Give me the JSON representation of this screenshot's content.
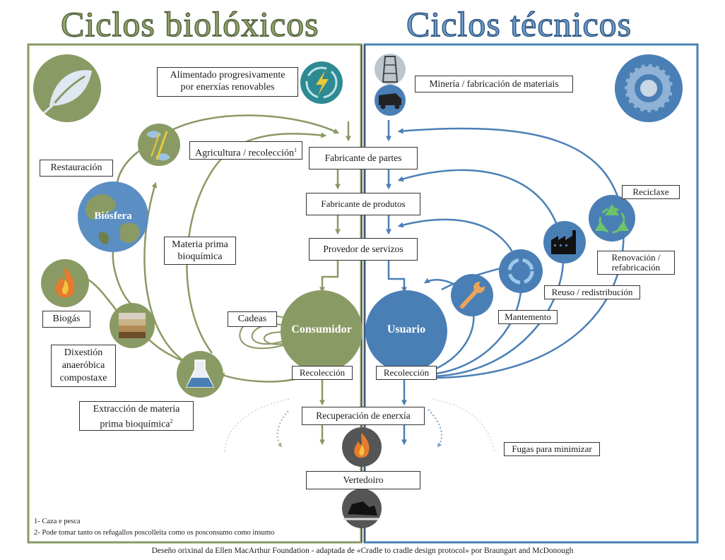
{
  "titles": {
    "biological": "Ciclos biolóxicos",
    "technical": "Ciclos técnicos"
  },
  "labels": {
    "renewable_energy": "Alimentado progresivamente\npor enerxías renovables",
    "farming": "Agricultura / recolección",
    "farming_sup": "1",
    "restoration": "Restauración",
    "biosphere": "Biósfera",
    "raw_material": "Materia prima\nbioquímica",
    "biogas": "Biogás",
    "anaerobic": "Dixestión\nanaeróbica\ncompostaxe",
    "extraction": "Extracción de materia\nprima bioquímica",
    "extraction_sup": "2",
    "cascades": "Cadeas",
    "consumer": "Consumidor",
    "user": "Usuario",
    "collection_bio": "Recolección",
    "collection_tec": "Recolección",
    "parts_maker": "Fabricante de partes",
    "product_maker": "Fabricante de produtos",
    "service_provider": "Provedor de servizos",
    "energy_recovery": "Recuperación de enerxía",
    "landfill": "Vertedoiro",
    "mining": "Minería / fabricación de materiais",
    "recycle": "Reciclaxe",
    "refurbish": "Renovación /\nrefabricación",
    "reuse": "Reuso / redistribución",
    "maintain": "Mantemento",
    "leakage": "Fugas para minimizar"
  },
  "footnotes": [
    "1- Caza e pesca",
    "2- Pode tomar tanto os refugallos poscolleita como os posconsumo como insumo"
  ],
  "credit": "Deseño orixinal da Ellen MacArthur Foundation - adaptada de «Cradle to cradle design protocol» por Braungart and McDonough",
  "colors": {
    "green": "#8a9a64",
    "green_dark": "#6e7f4c",
    "blue": "#4a7fb5",
    "blue_dark": "#2f5f93",
    "teal": "#2e8a92",
    "energy": "#e9c93a"
  },
  "icons": [
    "leaf-icon",
    "energy-icon",
    "fish-wheat-icon",
    "globe-icon",
    "fire-icon",
    "soil-layers-icon",
    "flask-icon",
    "tower-icon",
    "truck-icon",
    "gear-icon",
    "recycle-icon",
    "factory-icon",
    "refresh-icon",
    "wrench-icon",
    "bulldozer-icon"
  ]
}
